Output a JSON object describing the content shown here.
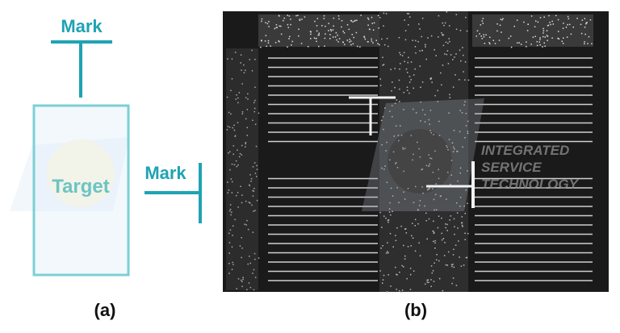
{
  "panel_a": {
    "top_mark_label": "Mark",
    "side_mark_label": "Mark",
    "target_label": "Target",
    "caption": "(a)"
  },
  "panel_b": {
    "caption": "(b)"
  },
  "watermark": {
    "line1": "INTEGRATED",
    "line2": "SERVICE",
    "line3": "TECHNOLOGY"
  },
  "colors": {
    "mark": "#1fa3b3",
    "target_border": "#7ccfd6",
    "target_text": "#6cc4c2",
    "sem_background": "#1a1a1a",
    "sem_mark": "#f2f2f2"
  }
}
